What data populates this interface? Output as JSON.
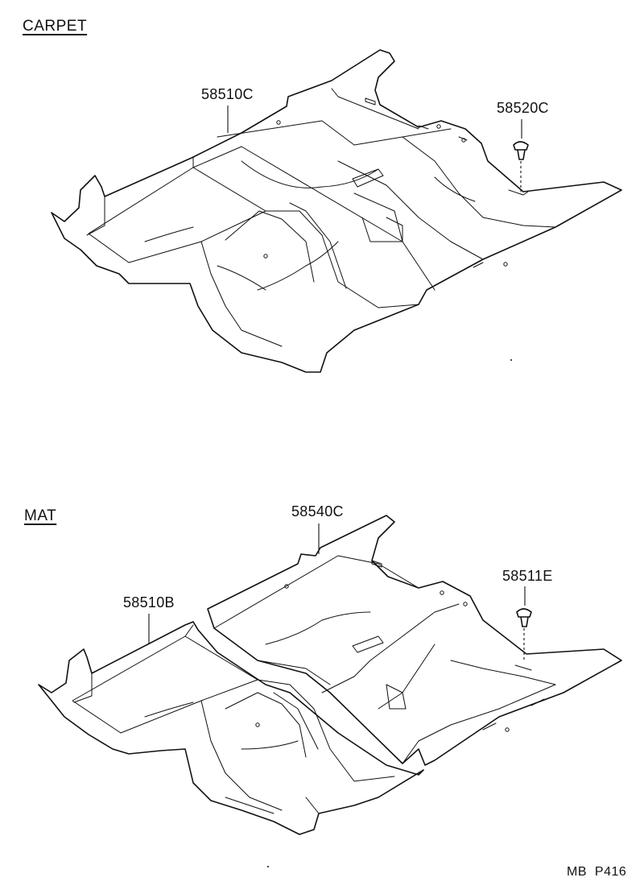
{
  "sections": {
    "carpet": {
      "label": "CARPET",
      "parts": {
        "main": "58510C",
        "clip": "58520C"
      }
    },
    "mat": {
      "label": "MAT",
      "parts": {
        "rear": "58540C",
        "clip": "58511E",
        "front": "58510B"
      }
    }
  },
  "footer": {
    "ref": "MB  P416"
  }
}
